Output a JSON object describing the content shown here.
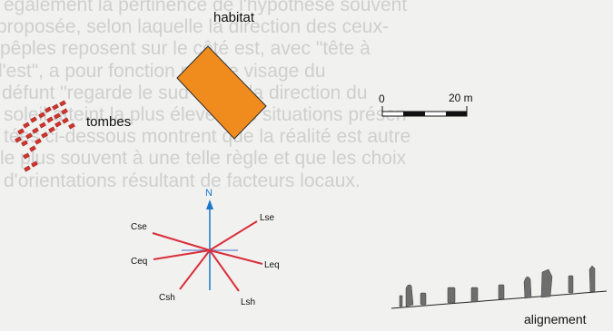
{
  "background_text": [
    "également la pertinence de l'hypothèse souvent",
    "proposée, selon laquelle la direction des ceux-",
    "pêples reposent sur le côté est, avec \"tête à",
    "l'est\", a pour fonction pour le visage du",
    "défunt \"regarde le sud\", dont la direction du",
    "soleil atteint la plus élevé. Les situations présen-",
    "tées ci-dessous montrent que la réalité est autre",
    "le plus souvent à une telle règle et que les choix",
    "d'orientations résultant de facteurs locaux."
  ],
  "labels": {
    "habitat": "habitat",
    "tombes": "tombes",
    "alignement": "alignement"
  },
  "scale_bar": {
    "start_label": "0",
    "end_label": "20 m"
  },
  "rose": {
    "north": "N",
    "directions": [
      "Cse",
      "Lse",
      "Ceq",
      "Leq",
      "Csh",
      "Lsh"
    ]
  },
  "colors": {
    "habitat_fill": "#f08c1e",
    "tombes_fill": "#d0342c",
    "rose_lines": "#d92f3a",
    "north_arrow": "#1b78c9",
    "east_west_axis": "#4a6fd0",
    "stones": "#6e6e6e"
  }
}
